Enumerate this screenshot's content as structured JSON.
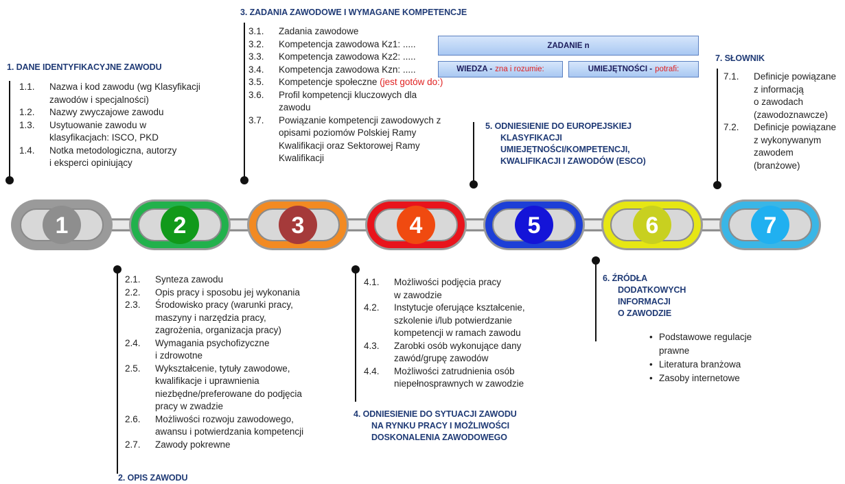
{
  "sections": {
    "s1": {
      "title": "1. DANE IDENTYFIKACYJNE ZAWODU",
      "items": [
        {
          "n": "1.1.",
          "t1": "Nazwa i kod zawodu (wg Klasyfikacji",
          "t2": "zawodów i specjalności)"
        },
        {
          "n": "1.2.",
          "t1": "Nazwy zwyczajowe zawodu",
          "t2": ""
        },
        {
          "n": "1.3.",
          "t1": "Usytuowanie zawodu w",
          "t2": "klasyfikacjach: ISCO, PKD"
        },
        {
          "n": "1.4.",
          "t1": "Notka metodologiczna, autorzy",
          "t2": "i eksperci opiniujący"
        }
      ]
    },
    "s2": {
      "title": "2. OPIS ZAWODU",
      "items": [
        {
          "n": "2.1.",
          "lines": [
            "Synteza zawodu"
          ]
        },
        {
          "n": "2.2.",
          "lines": [
            "Opis pracy i sposobu jej wykonania"
          ]
        },
        {
          "n": "2.3.",
          "lines": [
            "Środowisko pracy (warunki pracy,",
            "maszyny i narzędzia pracy,",
            "zagrożenia, organizacja pracy)"
          ]
        },
        {
          "n": "2.4.",
          "lines": [
            "Wymagania psychofizyczne",
            "i zdrowotne"
          ]
        },
        {
          "n": "2.5.",
          "lines": [
            "Wykształcenie, tytuły zawodowe,",
            "kwalifikacje i uprawnienia",
            "niezbędne/preferowane do podjęcia",
            "pracy w zwadzie"
          ]
        },
        {
          "n": "2.6.",
          "lines": [
            "Możliwości rozwoju zawodowego,",
            "awansu i potwierdzania kompetencji"
          ]
        },
        {
          "n": "2.7.",
          "lines": [
            "Zawody pokrewne"
          ]
        }
      ]
    },
    "s3": {
      "title": "3. ZADANIA ZAWODOWE I WYMAGANE KOMPETENCJE",
      "items": [
        {
          "n": "3.1.",
          "lines": [
            "Zadania zawodowe"
          ]
        },
        {
          "n": "3.2.",
          "lines": [
            "Kompetencja zawodowa Kz1: ....."
          ]
        },
        {
          "n": "3.3.",
          "lines": [
            "Kompetencja zawodowa Kz2: ....."
          ]
        },
        {
          "n": "3.4.",
          "lines": [
            "Kompetencja zawodowa Kzn: ....."
          ]
        },
        {
          "n": "3.5.",
          "lines": [
            "Kompetencje społeczne"
          ],
          "red": "(jest gotów do:)"
        },
        {
          "n": "3.6.",
          "lines": [
            "Profil kompetencji kluczowych dla",
            "zawodu"
          ]
        },
        {
          "n": "3.7.",
          "lines": [
            "Powiązanie kompetencji zawodowych z",
            "opisami poziomów Polskiej Ramy",
            "Kwalifikacji oraz Sektorowej Ramy",
            "Kwalifikacji"
          ]
        }
      ],
      "box_title": "ZADANIE n",
      "box_wiedza": "WIEDZA -",
      "box_wiedza_red": "zna i rozumie:",
      "box_umiej": "UMIEJĘTNOŚCI -",
      "box_umiej_red": "potrafi:"
    },
    "s4": {
      "title_lines": [
        "4.   ODNIESIENIE DO SYTUACJI ZAWODU",
        "NA RYNKU PRACY I MOŻLIWOŚCI",
        "DOSKONALENIA ZAWODOWEGO"
      ],
      "items": [
        {
          "n": "4.1.",
          "lines": [
            "Możliwości podjęcia pracy",
            "w zawodzie"
          ]
        },
        {
          "n": "4.2.",
          "lines": [
            "Instytucje oferujące kształcenie,",
            "szkolenie i/lub potwierdzanie",
            "kompetencji w ramach zawodu"
          ]
        },
        {
          "n": "4.3.",
          "lines": [
            "Zarobki osób wykonujące dany",
            "zawód/grupę zawodów"
          ]
        },
        {
          "n": "4.4.",
          "lines": [
            "Możliwości zatrudnienia osób",
            "niepełnosprawnych w zawodzie"
          ]
        }
      ]
    },
    "s5": {
      "title_lines": [
        "5.   ODNIESIENIE DO EUROPEJSKIEJ",
        "KLASYFIKACJI",
        "UMIEJĘTNOŚCI/KOMPETENCJI,",
        "KWALIFIKACJI I ZAWODÓW (ESCO)"
      ]
    },
    "s6": {
      "title_lines": [
        "6.   ŹRÓDŁA",
        "DODATKOWYCH",
        "INFORMACJI",
        "O ZAWODZIE"
      ],
      "bullets": [
        "Podstawowe regulacje",
        "prawne",
        "Literatura branżowa",
        "Zasoby internetowe"
      ]
    },
    "s7": {
      "title": "7. SŁOWNIK",
      "items": [
        {
          "n": "7.1.",
          "lines": [
            "Definicje powiązane",
            "z informacją",
            "o zawodach",
            "(zawodoznawcze)"
          ]
        },
        {
          "n": "7.2.",
          "lines": [
            "Definicje powiązane",
            "z wykonywanym",
            "zawodem",
            "(branżowe)"
          ]
        }
      ]
    }
  },
  "chain": [
    {
      "label": "1",
      "ring": "#9a9a9a",
      "circle": "#8e8e8e"
    },
    {
      "label": "2",
      "ring": "#22b14c",
      "circle": "#11991a"
    },
    {
      "label": "3",
      "ring": "#f28a22",
      "circle": "#a53a3a"
    },
    {
      "label": "4",
      "ring": "#e8141c",
      "circle": "#f04a10"
    },
    {
      "label": "5",
      "ring": "#1d3fd6",
      "circle": "#1414d8"
    },
    {
      "label": "6",
      "ring": "#e6e614",
      "circle": "#c8d020"
    },
    {
      "label": "7",
      "ring": "#3ab6e6",
      "circle": "#20b0f0"
    }
  ]
}
